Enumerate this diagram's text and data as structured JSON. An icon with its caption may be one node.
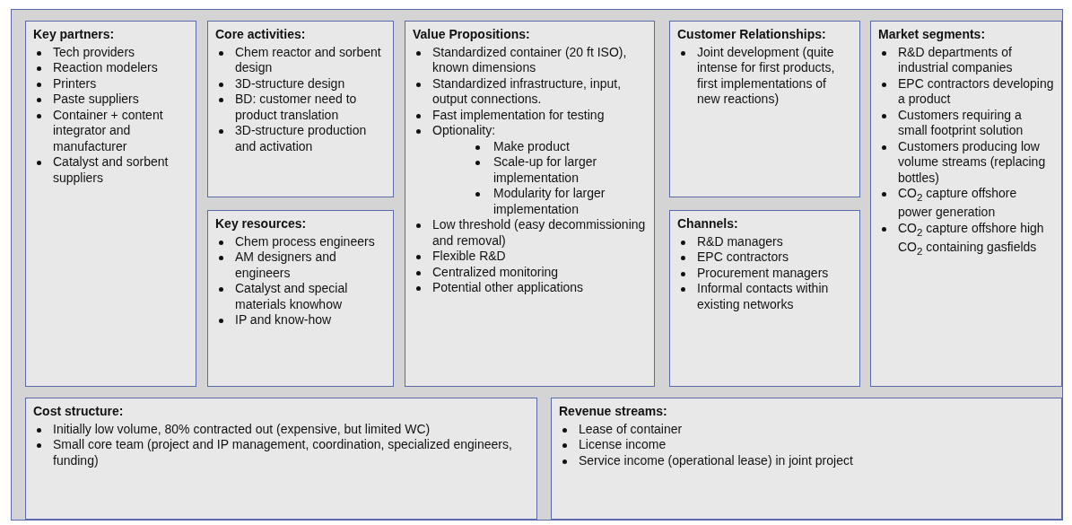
{
  "diagram": {
    "nodes": [
      {
        "text": [
          "Key partners:",
          "Tech providers",
          "Reaction modelers",
          "Printers",
          "Paste suppliers",
          "Container + content integrator and manufacturer",
          "Catalyst and sorbent suppliers"
        ]
      },
      {
        "text": [
          "Core activities:",
          "Chem reactor and sorbent design",
          "3D-structure design",
          "BD: customer need to product translation",
          "3D-structure production and activation"
        ]
      },
      {
        "text": [
          "Key resources:",
          "Chem process engineers",
          "AM designers and engineers",
          "Catalyst and special materials knowhow",
          "IP and know-how"
        ]
      },
      {
        "text": [
          "Value Propositions:",
          "Standardized container (20 ft ISO), known dimensions",
          "Standardized infrastructure, input, output connections.",
          "Fast implementation for testing",
          "Optionality:",
          "Make product",
          "Scale-up for larger implementation",
          "Modularity for larger implementation",
          "Low threshold (easy decommissioning and removal)",
          "Flexible R&D",
          "Centralized monitoring",
          "Potential other applications"
        ]
      },
      {
        "text": [
          "Customer Relationships:",
          "Joint development (quite intense for first products, first implementations of new reactions)"
        ]
      },
      {
        "text": [
          "Channels:",
          "R&D managers",
          "EPC contractors",
          "Procurement managers",
          "Informal contacts within existing networks"
        ]
      },
      {
        "text": [
          "Market segments:",
          "R&D departments of industrial companies",
          "EPC contractors developing a product",
          "Customers requiring a small footprint solution",
          "Customers producing low volume streams (replacing bottles)",
          "CO$_{2}$ capture offshore power generation",
          "CO$_{2}$ capture offshore high CO$_{2}$ containing gasfields"
        ]
      },
      {
        "text": [
          "Cost structure:",
          "Initially low volume, 80% contracted out (expensive, but limited WC)",
          "Small core team (project and IP management, coordination, specialized engineers, funding)"
        ]
      },
      {
        "text": [
          "Revenue streams:",
          "Lease of container",
          "License income",
          "Service income (operational lease) in joint project"
        ]
      }
    ]
  }
}
